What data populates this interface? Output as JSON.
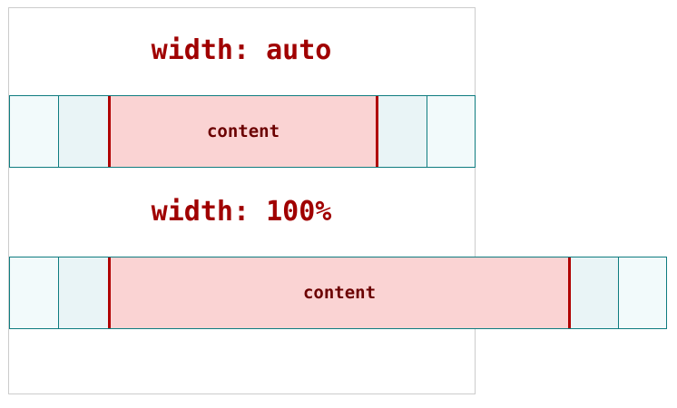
{
  "diagram": {
    "auto": {
      "title": "width: auto",
      "content": "content"
    },
    "full": {
      "title": "width: 100%",
      "content": "content"
    },
    "colors": {
      "title": "#a00000",
      "content_fill": "#fad3d3",
      "border": "#b00000",
      "padding": "#e9f4f6",
      "margin": "#f2fafb",
      "outline": "#0f7c80"
    }
  }
}
